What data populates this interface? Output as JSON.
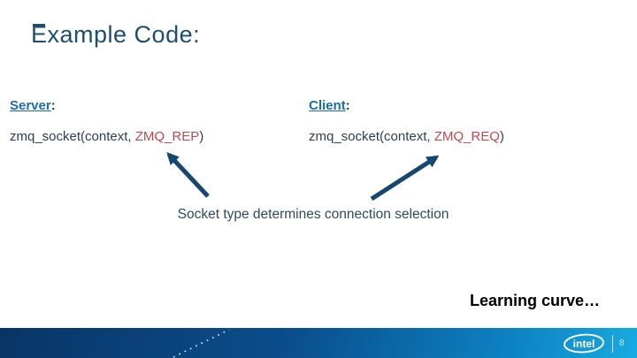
{
  "slide": {
    "title_text": "Example Code:",
    "columns": {
      "server": {
        "heading": "Server",
        "heading_colon": ":",
        "code": {
          "prefix": "zmq_socket(context, ",
          "highlight": "ZMQ_REP",
          "suffix": ")"
        }
      },
      "client": {
        "heading": "Client",
        "heading_colon": ":",
        "code": {
          "prefix": "zmq_socket(context, ",
          "highlight": "ZMQ_REQ",
          "suffix": ")"
        }
      }
    },
    "caption": "Socket type determines connection selection",
    "note": "Learning curve…",
    "footer": {
      "logo": "intel",
      "page_number": "8"
    },
    "colors": {
      "title": "#1d4e6e",
      "heading_blue": "#1b6ca8",
      "code_text": "#2e3f4f",
      "code_highlight_red": "#c04a52",
      "arrow": "#17466e",
      "footer_gradient_start": "#093566",
      "footer_gradient_end": "#18abe2"
    }
  }
}
